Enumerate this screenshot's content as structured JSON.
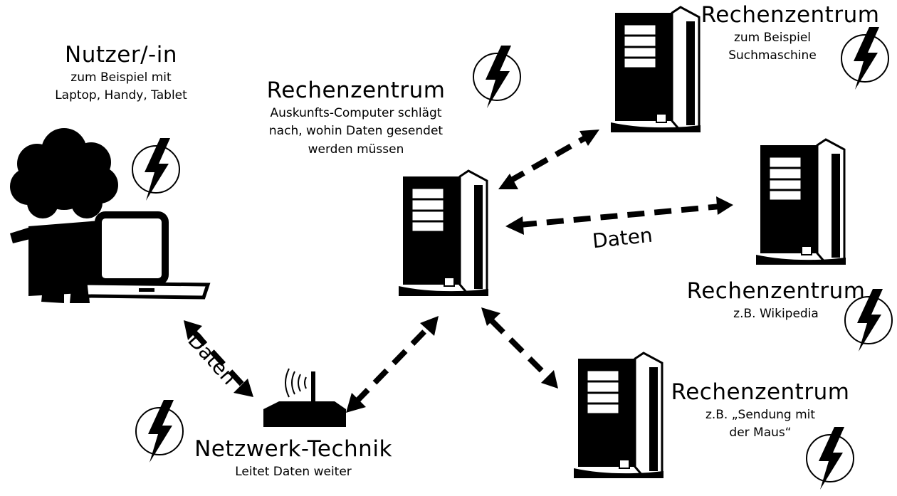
{
  "nodes": {
    "user": {
      "title": "Nutzer/-in",
      "line1": "zum Beispiel mit",
      "line2": "Laptop, Handy, Tablet"
    },
    "dns": {
      "title": "Rechenzentrum",
      "line1": "Auskunfts-Computer schlägt",
      "line2": "nach, wohin Daten gesendet",
      "line3": "werden müssen"
    },
    "search": {
      "title": "Rechenzentrum",
      "line1": "zum Beispiel",
      "line2": "Suchmaschine"
    },
    "wiki": {
      "title": "Rechenzentrum",
      "line1": "z.B. Wikipedia"
    },
    "maus": {
      "title": "Rechenzentrum",
      "line1": "z.B. „Sendung mit",
      "line2": "der Maus“"
    },
    "network": {
      "title": "Netzwerk-Technik",
      "line1": "Leitet Daten weiter"
    }
  },
  "edge_labels": {
    "user_network": "Daten",
    "dns_wiki": "Daten"
  },
  "icons": [
    "power-lightning-icon",
    "server-tower-icon",
    "laptop-icon",
    "person-icon",
    "router-icon",
    "double-arrow-icon"
  ],
  "colors": {
    "ink": "#000000",
    "background": "#ffffff"
  }
}
